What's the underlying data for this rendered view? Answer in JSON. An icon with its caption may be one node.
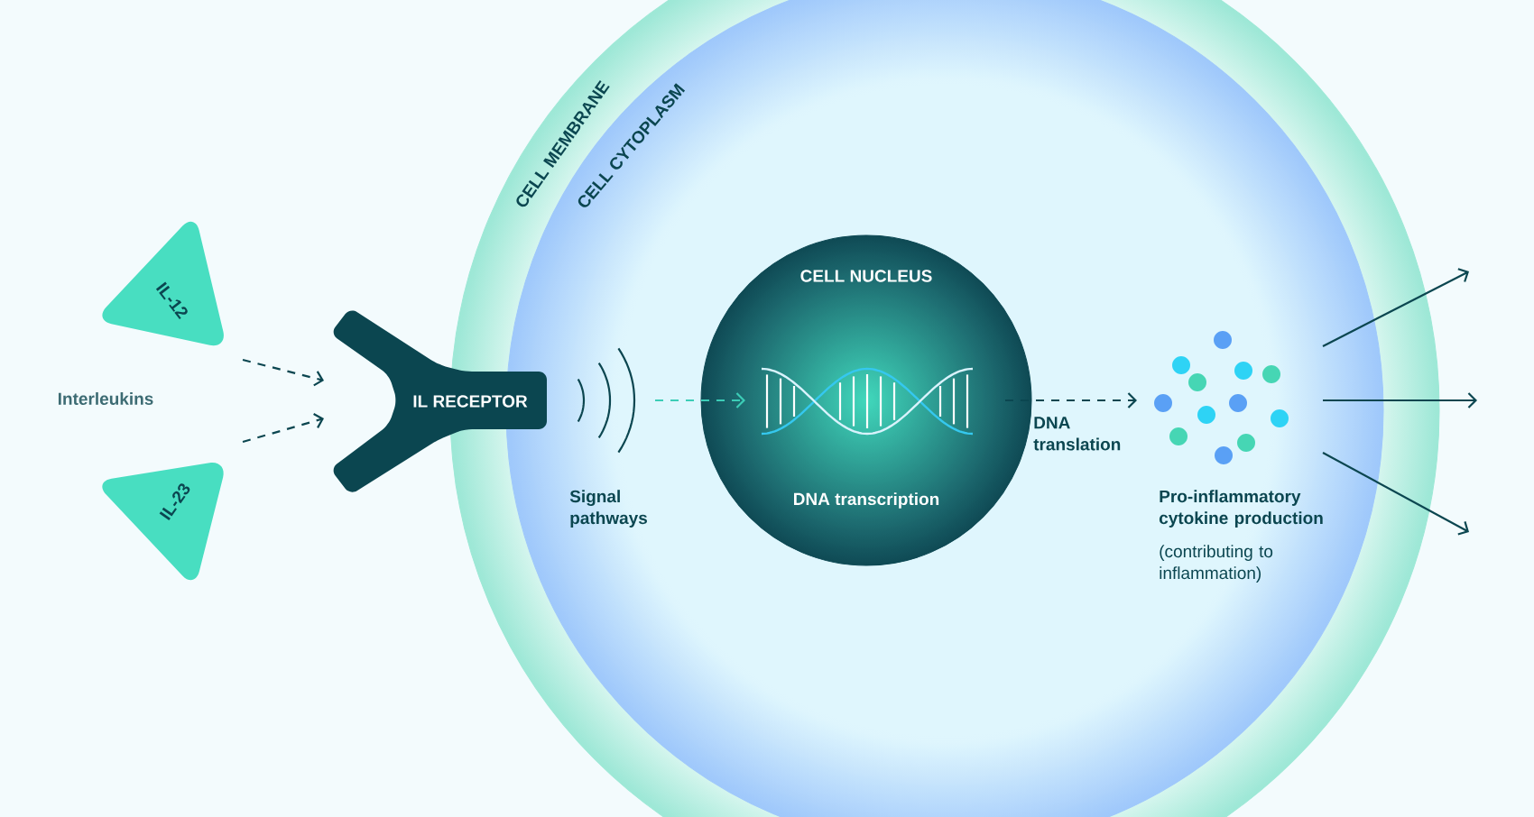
{
  "diagram": {
    "nodes": [
      {
        "text": [
          "CELL MEMBRANE"
        ]
      },
      {
        "text": [
          "CELL CYTOPLASM"
        ],
        "in": 0
      },
      {
        "text": [
          "IL-12"
        ]
      },
      {
        "text": [
          "IL-23"
        ]
      },
      {
        "text": [
          "IL RECEPTOR"
        ]
      },
      {
        "text": [],
        "shape": "picture",
        "beside": [
          "Signal pathways"
        ],
        "in": 1
      },
      {
        "text": [
          "CELL NUCLEUS",
          "DNA transcription"
        ],
        "in": 1
      },
      {
        "text": [],
        "shape": "picture",
        "beside": [
          "Pro-inflammatory cytokine production",
          "(contributing to inflammation)"
        ],
        "in": 1
      }
    ],
    "edges": [
      {
        "from": 2,
        "to": 4,
        "arrow": "to",
        "style": "dashed"
      },
      {
        "from": 3,
        "to": 4,
        "arrow": "to",
        "style": "dashed"
      },
      {
        "from": 5,
        "to": 6,
        "arrow": "to",
        "style": "dashed",
        "color": "#3ccdb7"
      },
      {
        "from": 6,
        "to": 7,
        "arrow": "to",
        "style": "dashed",
        "label": "DNA translation"
      },
      {
        "from": 7,
        "to": null,
        "arrow": "to"
      },
      {
        "from": 7,
        "to": null,
        "arrow": "to"
      },
      {
        "from": 7,
        "to": null,
        "arrow": "to"
      }
    ],
    "labels": [
      "Interleukins"
    ]
  }
}
